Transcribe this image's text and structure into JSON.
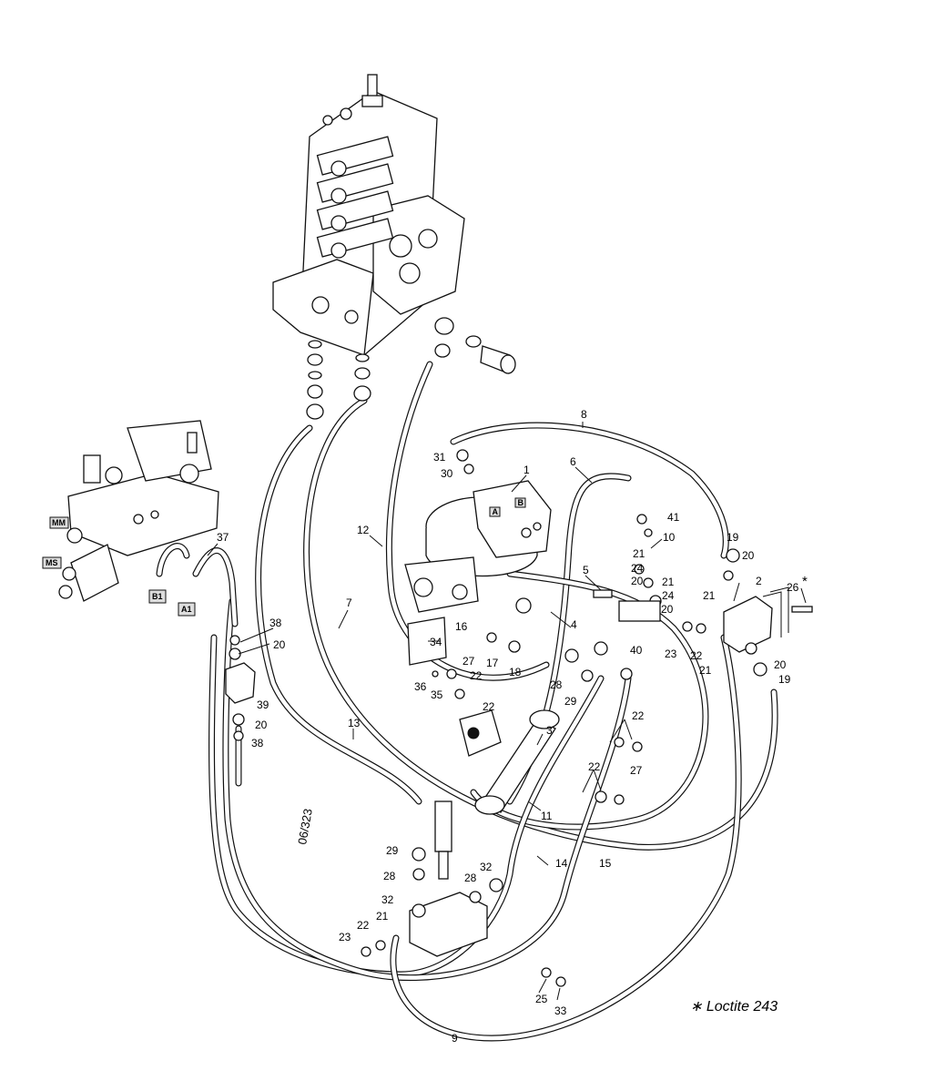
{
  "callouts": [
    {
      "id": "c1",
      "text": "1"
    },
    {
      "id": "c2",
      "text": "2"
    },
    {
      "id": "c3",
      "text": "3"
    },
    {
      "id": "c4",
      "text": "4"
    },
    {
      "id": "c5",
      "text": "5"
    },
    {
      "id": "c6",
      "text": "6"
    },
    {
      "id": "c7",
      "text": "7"
    },
    {
      "id": "c8",
      "text": "8"
    },
    {
      "id": "c9",
      "text": "9"
    },
    {
      "id": "c10",
      "text": "10"
    },
    {
      "id": "c11",
      "text": "11"
    },
    {
      "id": "c12",
      "text": "12"
    },
    {
      "id": "c13",
      "text": "13"
    },
    {
      "id": "c14",
      "text": "14"
    },
    {
      "id": "c15",
      "text": "15"
    },
    {
      "id": "c16",
      "text": "16"
    },
    {
      "id": "c17",
      "text": "17"
    },
    {
      "id": "c18",
      "text": "18"
    },
    {
      "id": "c19a",
      "text": "19"
    },
    {
      "id": "c19b",
      "text": "19"
    },
    {
      "id": "c20a",
      "text": "20"
    },
    {
      "id": "c20b",
      "text": "20"
    },
    {
      "id": "c20c",
      "text": "20"
    },
    {
      "id": "c20d",
      "text": "20"
    },
    {
      "id": "c20e",
      "text": "20"
    },
    {
      "id": "c20f",
      "text": "20"
    },
    {
      "id": "c21a",
      "text": "21"
    },
    {
      "id": "c21b",
      "text": "21"
    },
    {
      "id": "c21c",
      "text": "21"
    },
    {
      "id": "c21d",
      "text": "21"
    },
    {
      "id": "c21e",
      "text": "21"
    },
    {
      "id": "c22a",
      "text": "22"
    },
    {
      "id": "c22b",
      "text": "22"
    },
    {
      "id": "c22c",
      "text": "22"
    },
    {
      "id": "c22d",
      "text": "22"
    },
    {
      "id": "c22e",
      "text": "22"
    },
    {
      "id": "c22f",
      "text": "22"
    },
    {
      "id": "c23a",
      "text": "23"
    },
    {
      "id": "c23b",
      "text": "23"
    },
    {
      "id": "c24a",
      "text": "24"
    },
    {
      "id": "c24b",
      "text": "24"
    },
    {
      "id": "c25",
      "text": "25"
    },
    {
      "id": "c26",
      "text": "26"
    },
    {
      "id": "c27a",
      "text": "27"
    },
    {
      "id": "c27b",
      "text": "27"
    },
    {
      "id": "c28a",
      "text": "28"
    },
    {
      "id": "c28b",
      "text": "28"
    },
    {
      "id": "c28c",
      "text": "28"
    },
    {
      "id": "c29a",
      "text": "29"
    },
    {
      "id": "c29b",
      "text": "29"
    },
    {
      "id": "c30",
      "text": "30"
    },
    {
      "id": "c31",
      "text": "31"
    },
    {
      "id": "c32a",
      "text": "32"
    },
    {
      "id": "c32b",
      "text": "32"
    },
    {
      "id": "c33",
      "text": "33"
    },
    {
      "id": "c34",
      "text": "34"
    },
    {
      "id": "c35",
      "text": "35"
    },
    {
      "id": "c36",
      "text": "36"
    },
    {
      "id": "c37",
      "text": "37"
    },
    {
      "id": "c38a",
      "text": "38"
    },
    {
      "id": "c38b",
      "text": "38"
    },
    {
      "id": "c39",
      "text": "39"
    },
    {
      "id": "c40",
      "text": "40"
    },
    {
      "id": "c41",
      "text": "41"
    }
  ],
  "port_labels": {
    "mm": "MM",
    "ms": "MS",
    "b1": "B1",
    "a1": "A1",
    "a": "A",
    "b": "B"
  },
  "star_mark": "*",
  "note": "∗ Loctite 243",
  "reference": "06/323",
  "colors": {
    "line": "#111111",
    "paper": "#ffffff"
  }
}
